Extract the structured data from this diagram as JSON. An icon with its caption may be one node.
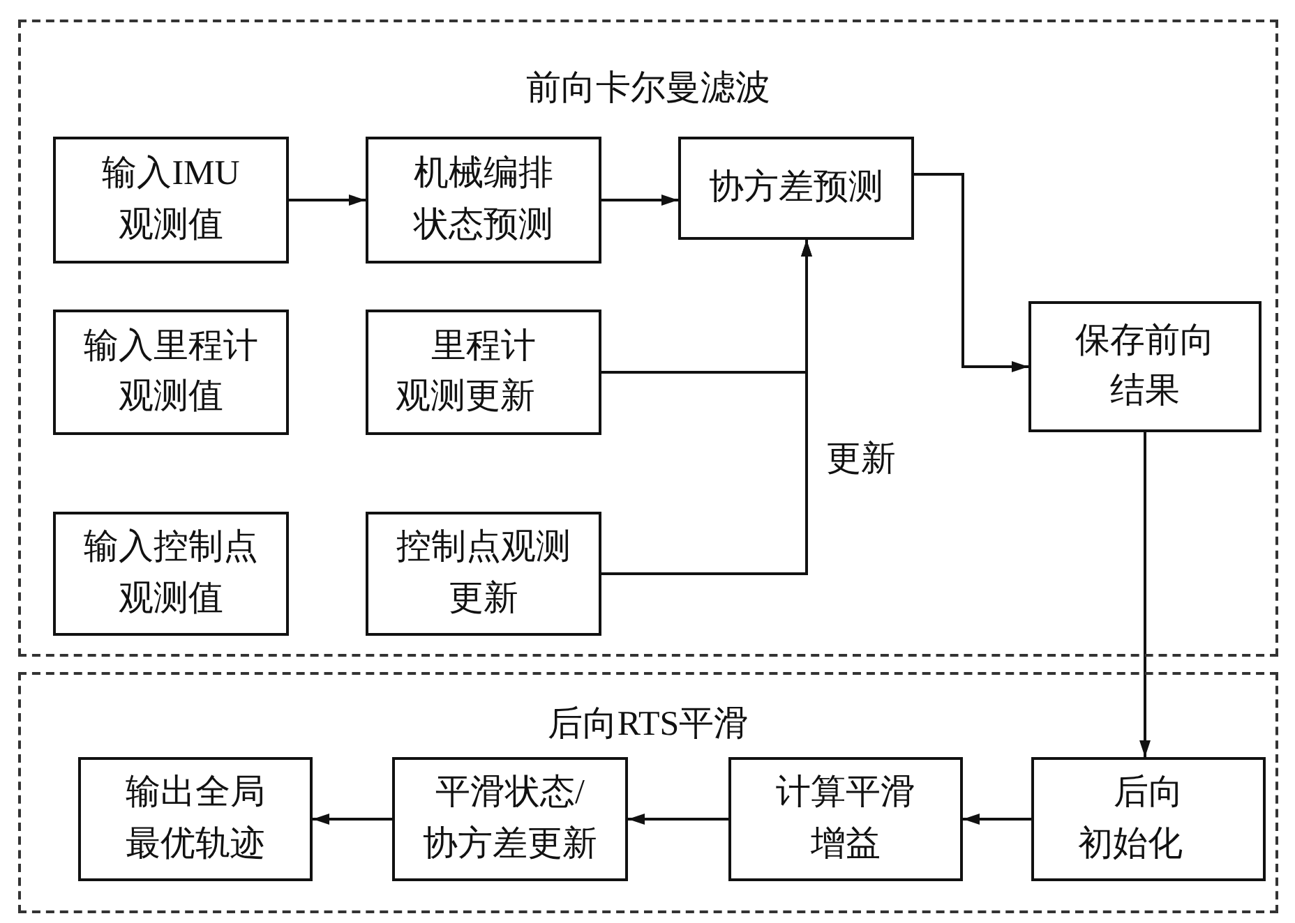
{
  "diagram": {
    "nodes": [
      {
        "text": [
          "前向卡尔曼滤波"
        ]
      },
      {
        "text": [
          "输入IMU观测值"
        ],
        "in": 0
      },
      {
        "text": [
          "机械编排状态预测"
        ],
        "in": 0
      },
      {
        "text": [
          "协方差预测"
        ],
        "in": 0
      },
      {
        "text": [
          "输入里程计观测值"
        ],
        "in": 0
      },
      {
        "text": [
          "里程计观测更新"
        ],
        "in": 0
      },
      {
        "text": [
          "输入控制点观测值"
        ],
        "in": 0
      },
      {
        "text": [
          "控制点观测更新"
        ],
        "in": 0
      },
      {
        "text": [
          "保存前向结果"
        ],
        "in": 0
      },
      {
        "text": [
          "后向RTS平滑"
        ]
      },
      {
        "text": [
          "输出全局最优轨迹"
        ],
        "in": 9
      },
      {
        "text": [
          "平滑状态/协方差更新"
        ],
        "in": 9
      },
      {
        "text": [
          "计算平滑增益"
        ],
        "in": 9
      },
      {
        "text": [
          "后向初始化"
        ],
        "in": 9
      }
    ],
    "edges": [
      {
        "from": 1,
        "to": 2,
        "arrow": "to"
      },
      {
        "from": 2,
        "to": 3,
        "arrow": "to"
      },
      {
        "from": 5,
        "to": 3,
        "arrow": "to"
      },
      {
        "from": 7,
        "to": 3,
        "arrow": "to",
        "label": "更新"
      },
      {
        "from": 3,
        "to": 8,
        "arrow": "to"
      },
      {
        "from": 8,
        "to": 13,
        "arrow": "to"
      },
      {
        "from": 13,
        "to": 12,
        "arrow": "to"
      },
      {
        "from": 12,
        "to": 11,
        "arrow": "to"
      },
      {
        "from": 11,
        "to": 10,
        "arrow": "to"
      }
    ]
  }
}
